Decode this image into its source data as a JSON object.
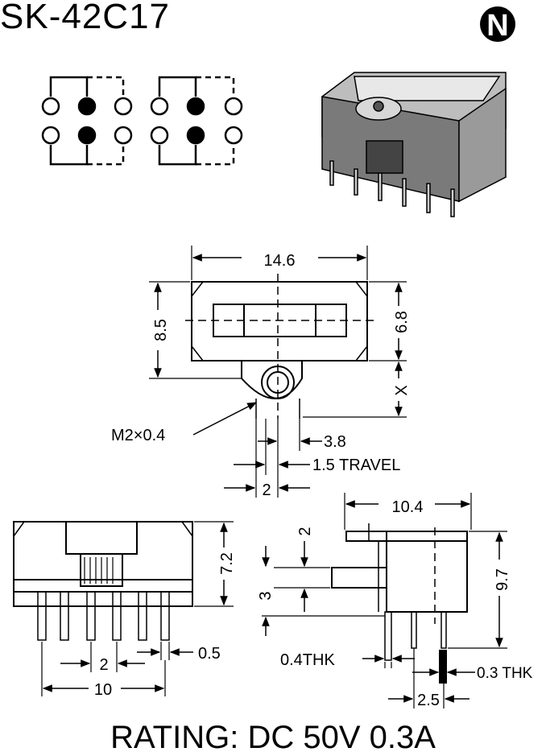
{
  "header": {
    "part_number": "SK-42C17",
    "logo_letter": "N"
  },
  "top_view": {
    "width": "14.6",
    "height": "8.5",
    "window_height": "6.8",
    "slider_offset": "X",
    "thread": "M2×0.4",
    "knob_dim": "3.8",
    "travel": "1.5 TRAVEL",
    "pitch": "2"
  },
  "front_view": {
    "height": "7.2",
    "pin_pitch": "2",
    "pin_width": "0.5",
    "overall": "10"
  },
  "side_view": {
    "width": "10.4",
    "top_dim": "2",
    "actuator": "3",
    "height": "9.7",
    "frame_thk": "0.4THK",
    "pin_thk": "0.3 THK",
    "pin_spacing": "2.5"
  },
  "footer": {
    "rating": "RATING: DC 50V 0.3A"
  },
  "colors": {
    "ink": "#000000",
    "paper": "#ffffff",
    "body_gray": "#8a8a8a",
    "light_gray": "#cfcfcf"
  }
}
